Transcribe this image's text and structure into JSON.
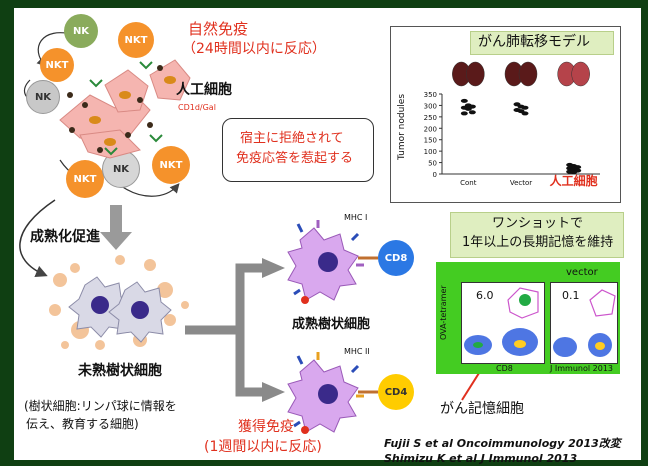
{
  "innate": {
    "title": "自然免疫",
    "subtitle": "（24時間以内に反応）",
    "cells": {
      "nk": "NK",
      "nkt": "NKT"
    },
    "artificial_cell": "人工細胞",
    "cd1d_label": "CD1d/Gal"
  },
  "rejection_note": {
    "line1": "宿主に拒絶されて",
    "line2": "免疫応答を惹起する"
  },
  "mouse_model": {
    "title": "がん肺転移モデル",
    "chart_data": {
      "type": "scatter",
      "title": "",
      "ylabel": "Tumor nodules",
      "ylim": [
        0,
        350
      ],
      "yticks": [
        0,
        50,
        100,
        150,
        200,
        250,
        300,
        350
      ],
      "categories": [
        "Cont",
        "Vector",
        "人工細胞"
      ],
      "series": [
        {
          "category": "Cont",
          "values": [
            320,
            300,
            295,
            290,
            285,
            270,
            265
          ]
        },
        {
          "category": "Vector",
          "values": [
            305,
            295,
            290,
            280,
            275,
            265
          ]
        },
        {
          "category": "人工細胞",
          "values": [
            40,
            35,
            30,
            25,
            20,
            15,
            10,
            8
          ]
        }
      ],
      "highlight_color": "#e0301e"
    }
  },
  "maturation": "成熟化促進",
  "immature_dc": "未熟樹状細胞",
  "dc_note": {
    "line1": "(樹状細胞:リンパ球に情報を",
    "line2": "伝え、教育する細胞)"
  },
  "mature_dc": {
    "label": "成熟樹状細胞",
    "mhc1": "MHC I",
    "mhc2": "MHC II",
    "cd8": "CD8",
    "cd4": "CD4"
  },
  "acquired": {
    "title": "獲得免疫",
    "subtitle": "(1週間以内に反応)"
  },
  "memory": {
    "line1": "ワンショットで",
    "line2": "1年以上の長期記憶を維持",
    "flow": {
      "left_value": "6.0",
      "right_value": "0.1",
      "right_title": "vector",
      "ylabel": "OVA-tetramer",
      "xlabel": "CD8",
      "citation": "J Immunol 2013"
    },
    "memory_cell": "がん記憶細胞"
  },
  "refs": {
    "ref1": "Fujii S et al Oncoimmunology 2013改変",
    "ref2": "Shimizu K et al J Immunol 2013"
  },
  "colors": {
    "nk": "#aaaaaa",
    "nkt": "#f5922b",
    "dc": "#cc88ee",
    "cd8": "#2b78e4",
    "cd4": "#ffcc00",
    "red": "#e0301e"
  }
}
